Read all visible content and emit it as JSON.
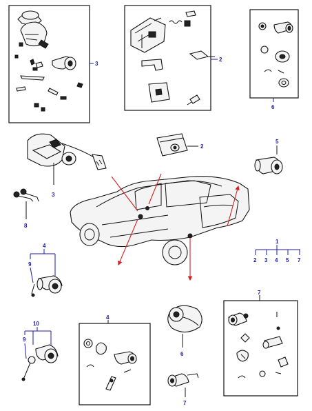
{
  "callouts": {
    "c3_top": "3",
    "c2_top": "2",
    "c6_top": "6",
    "c3_mid": "3",
    "c2_mid": "2",
    "c5_mid": "5",
    "c8": "8",
    "c1": "1",
    "c1_sub2": "2",
    "c1_sub3": "3",
    "c1_sub4": "4",
    "c1_sub5": "5",
    "c1_sub7": "7",
    "c4_left": "4",
    "c9_left": "9",
    "c10": "10",
    "c9_bottom": "9",
    "c4_bottom": "4",
    "c6_bottom": "6",
    "c7_bottom": "7",
    "c7_box": "7"
  },
  "colors": {
    "callout": "#1a1aa8",
    "arrow": "#d42020",
    "line": "#111111"
  }
}
